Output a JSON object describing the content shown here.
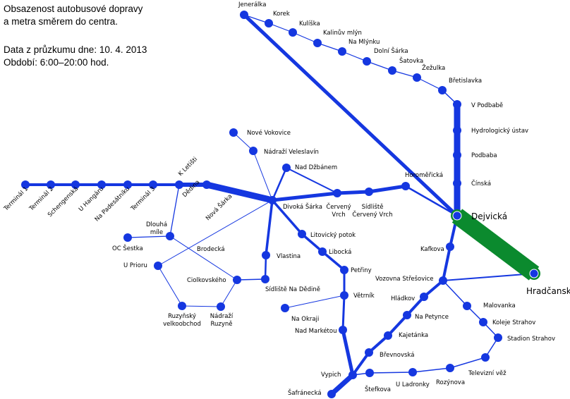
{
  "info": {
    "title_line1": "Obsazenost autobusové dopravy",
    "title_line2": "a metra směrem do centra.",
    "date_line": "Data z průzkumu dne: 10. 4. 2013",
    "period_line": "Období: 6:00–20:00 hod."
  },
  "colors": {
    "bus": "#1537e0",
    "metro": "#0b8a2e",
    "metro_stop_ring": "#ffffff"
  },
  "stops": {
    "jeneralka": "Jenerálka",
    "korek": "Korek",
    "kuliska": "Kulíška",
    "kalinuv_mlyn": "Kalinův mlýn",
    "na_mlynku": "Na Mlýnku",
    "dolni_sarka": "Dolní Šárka",
    "satovka": "Šatovka",
    "zezulka": "Žežulka",
    "bretislavka": "Břetislavka",
    "v_podbabe": "V Podbabě",
    "hydrologicky_ustav": "Hydrologický ústav",
    "podbaba": "Podbaba",
    "cinska": "Čínská",
    "dejvicka": "Dejvická",
    "hradcanska": "Hradčanská",
    "horomericka": "Horoměřická",
    "sidliste_cerveny_vrch_1": "Sídliště",
    "sidliste_cerveny_vrch_2": "Červený Vrch",
    "cerveny_vrch_1": "Červený",
    "cerveny_vrch_2": "Vrch",
    "nad_dzbanem": "Nad Džbánem",
    "nove_vokovice": "Nové Vokovice",
    "nadrazi_veleslavin": "Nádraží Veleslavín",
    "divoka_sarka": "Divoká Šárka",
    "terminal_1": "Terminál 1",
    "terminal_2": "Terminál 2",
    "schengenska": "Schengenská",
    "u_hangaru": "U Hangáru",
    "na_padesatniku": "Na Padesátníku",
    "terminal_3": "Terminál 3",
    "k_letisti": "K Letišti",
    "dedina": "Dědina",
    "nova_sarka": "Nová Šárka",
    "dlouha_mile_1": "Dlouhá",
    "dlouha_mile_2": "míle",
    "oc_sestka": "OC Šestka",
    "brodecka": "Brodecká",
    "u_prioru": "U Prioru",
    "ciolkovskeho": "Ciolkovského",
    "sidliste_na_dedine": "Sídliště Na Dědině",
    "vlastina": "Vlastina",
    "ruzynsky_1": "Ruzyňský",
    "ruzynsky_2": "velkoobchod",
    "nadrazi_ruzyne_1": "Nádraží",
    "nadrazi_ruzyne_2": "Ruzyně",
    "litovicky_potok": "Litovický potok",
    "libocka": "Libocká",
    "petriny": "Petřiny",
    "vetrnik": "Větrník",
    "na_okraji": "Na Okraji",
    "nad_marketou": "Nad Markétou",
    "vypich": "Vypich",
    "safranecka": "Šafránecká",
    "stefkova": "Štefkova",
    "u_ladronky": "U Ladronky",
    "rozynova": "Rozýnova",
    "televizni_vez": "Televizní věž",
    "stadion_strahov": "Stadion Strahov",
    "koleje_strahov": "Koleje Strahov",
    "malovanka": "Malovanka",
    "vozovna_stresovice": "Vozovna Střešovice",
    "kafkova": "Kafkova",
    "hladkov": "Hládkov",
    "na_petynce": "Na Petynce",
    "kajetanka": "Kajetánka",
    "brevnovska": "Břevnovská"
  }
}
